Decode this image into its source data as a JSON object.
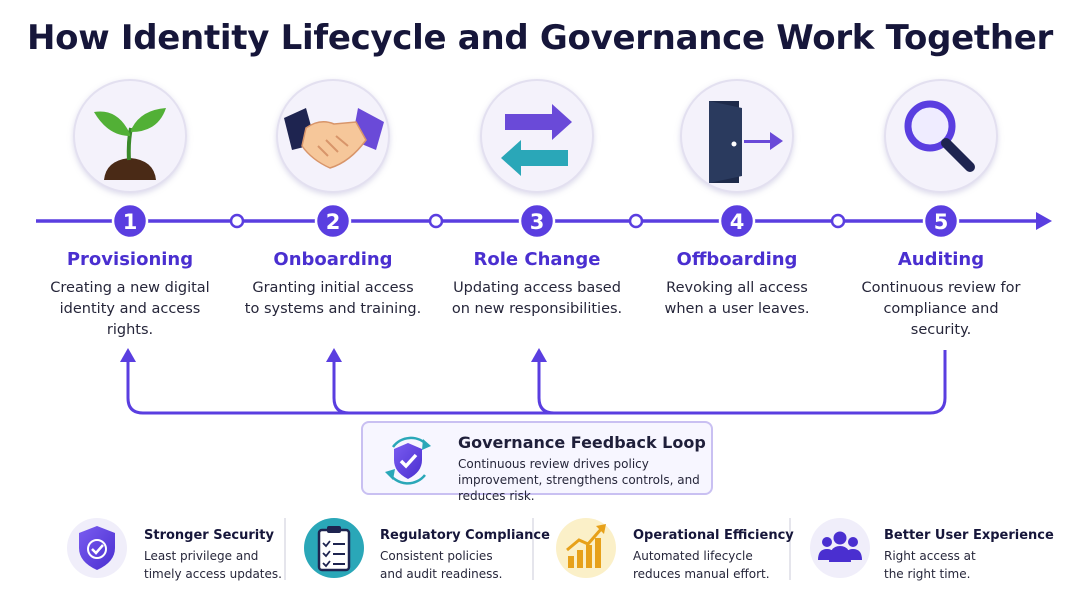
{
  "title": "How Identity Lifecycle and Governance Work Together",
  "stages": [
    {
      "number": "1",
      "title": "Provisioning",
      "description": "Creating a new digital identity and access rights.",
      "icon": "sprout-icon"
    },
    {
      "number": "2",
      "title": "Onboarding",
      "description": "Granting initial access to systems and training.",
      "icon": "handshake-icon"
    },
    {
      "number": "3",
      "title": "Role Change",
      "description": "Updating access based on new responsibilities.",
      "icon": "swap-arrows-icon"
    },
    {
      "number": "4",
      "title": "Offboarding",
      "description": "Revoking all access when a user leaves.",
      "icon": "exit-door-icon"
    },
    {
      "number": "5",
      "title": "Auditing",
      "description": "Continuous review for compliance and security.",
      "icon": "magnifier-icon"
    }
  ],
  "feedback_loop": {
    "title": "Governance Feedback Loop",
    "description": "Continuous review drives policy improvement, strengthens controls, and reduces risk.",
    "icon": "shield-check-cycle-icon"
  },
  "benefits": [
    {
      "title": "Stronger Security",
      "description": "Least privilege and timely access updates.",
      "icon": "shield-check-icon"
    },
    {
      "title": "Regulatory Compliance",
      "description": "Consistent policies and audit readiness.",
      "icon": "clipboard-checklist-icon"
    },
    {
      "title": "Operational Efficiency",
      "description": "Automated lifecycle reduces manual effort.",
      "icon": "growth-chart-icon"
    },
    {
      "title": "Better User Experience",
      "description": "Right access at the right time.",
      "icon": "users-group-icon"
    }
  ],
  "colors": {
    "accent": "#4a2fd0",
    "timeline": "#5a3ee0",
    "title": "#16163a",
    "circle_bg": "#f4f2fb",
    "teal": "#2aa7b8"
  }
}
